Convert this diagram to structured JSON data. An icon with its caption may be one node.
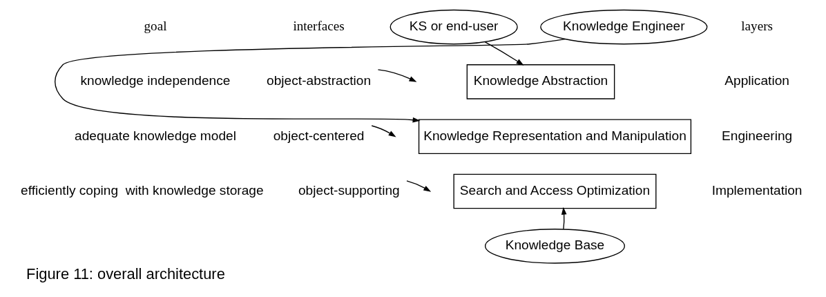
{
  "diagram": {
    "caption": "Figure 11: overall architecture",
    "nodes": [
      {
        "text": [
          "KS or end-user"
        ]
      },
      {
        "text": [
          "Knowledge Engineer"
        ]
      },
      {
        "text": [
          "Knowledge Abstraction"
        ]
      },
      {
        "text": [
          "Knowledge Representation and Manipulation"
        ]
      },
      {
        "text": [
          "Search and Access Optimization"
        ]
      },
      {
        "text": [
          "Knowledge Base"
        ]
      },
      {
        "text": [
          "object-abstraction"
        ]
      },
      {
        "text": [
          "object-centered"
        ]
      },
      {
        "text": [
          "object-supporting"
        ]
      }
    ],
    "edges": [
      {
        "from": 0,
        "to": 2,
        "arrow": "to"
      },
      {
        "from": 1,
        "to": 3,
        "arrow": "to"
      },
      {
        "from": 5,
        "to": 4,
        "arrow": "to"
      },
      {
        "from": 6,
        "to": null,
        "arrow": "to"
      },
      {
        "from": 7,
        "to": null,
        "arrow": "to"
      },
      {
        "from": 8,
        "to": null,
        "arrow": "to"
      }
    ],
    "labels": [
      "goal",
      "interfaces",
      "layers",
      "knowledge independence",
      "Application",
      "adequate knowledge model",
      "Engineering",
      "efficiently coping  with knowledge storage",
      "Implementation"
    ]
  }
}
